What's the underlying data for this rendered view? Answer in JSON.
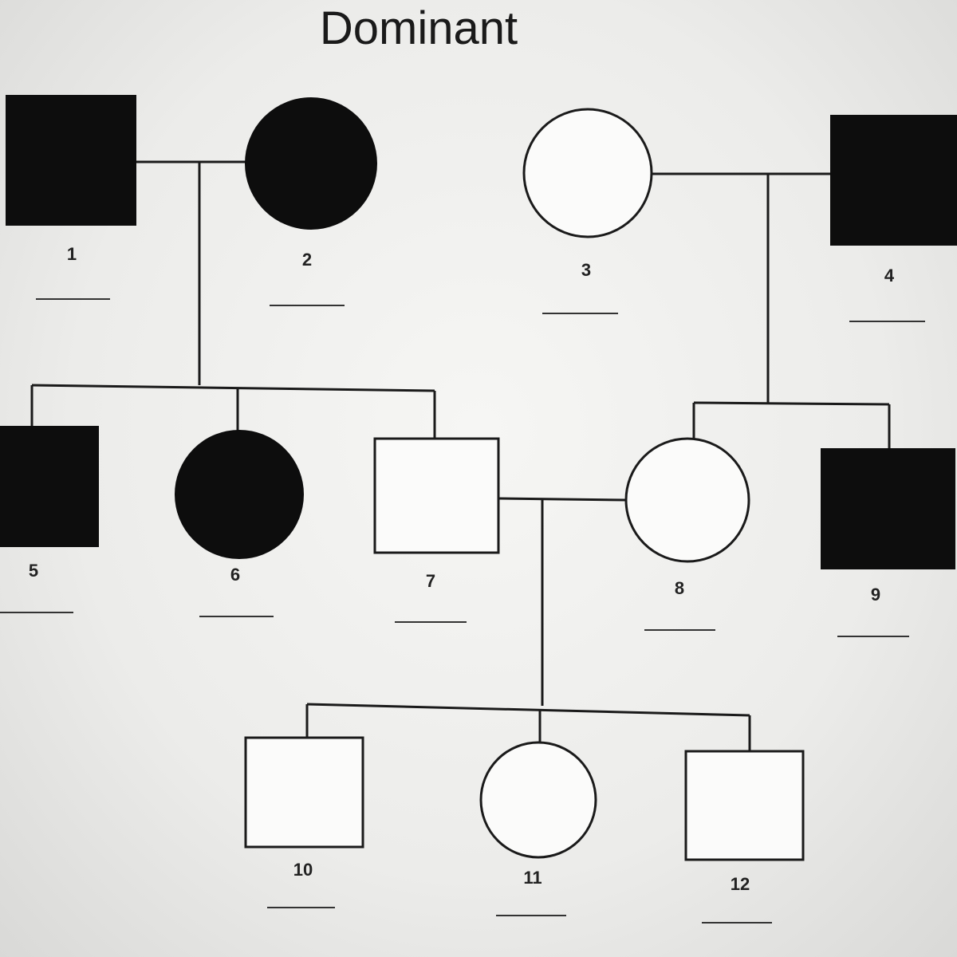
{
  "title": "Dominant",
  "individuals": [
    {
      "id": "1",
      "sex": "male",
      "affected": true
    },
    {
      "id": "2",
      "sex": "female",
      "affected": true
    },
    {
      "id": "3",
      "sex": "female",
      "affected": false
    },
    {
      "id": "4",
      "sex": "male",
      "affected": true
    },
    {
      "id": "5",
      "sex": "male",
      "affected": true
    },
    {
      "id": "6",
      "sex": "female",
      "affected": true
    },
    {
      "id": "7",
      "sex": "male",
      "affected": false
    },
    {
      "id": "8",
      "sex": "female",
      "affected": false
    },
    {
      "id": "9",
      "sex": "male",
      "affected": true
    },
    {
      "id": "10",
      "sex": "male",
      "affected": false
    },
    {
      "id": "11",
      "sex": "female",
      "affected": false
    },
    {
      "id": "12",
      "sex": "male",
      "affected": false
    }
  ]
}
